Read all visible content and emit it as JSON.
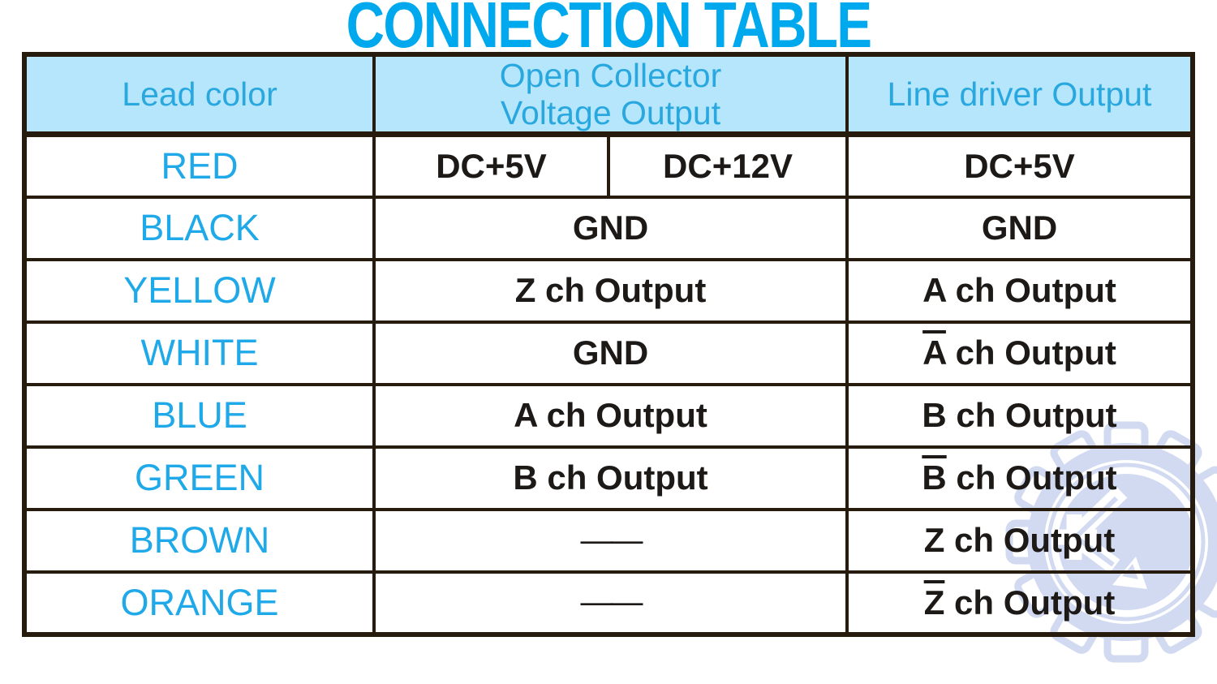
{
  "title": "CONNECTION TABLE",
  "colors": {
    "title_cyan": "#00a9ee",
    "header_text_cyan": "#29a8e0",
    "header_bg": "#b6e6fb",
    "lead_text_cyan": "#1fa9e8",
    "data_text": "#1c1916",
    "border_dark": "#261b0d",
    "watermark_blue": "#c7d1ef"
  },
  "watermark": {
    "icon": "gear-k-logo"
  },
  "table": {
    "headers": {
      "lead": "Lead color",
      "open_collector_line1": "Open Collector",
      "open_collector_line2": "Voltage Output",
      "line_driver": "Line driver Output"
    },
    "rows": [
      {
        "lead": "RED",
        "oc_5v": "DC+5V",
        "oc_12v": "DC+12V",
        "line": "DC+5V"
      },
      {
        "lead": "BLACK",
        "oc": "GND",
        "line": "GND"
      },
      {
        "lead": "YELLOW",
        "oc": "Z ch Output",
        "line": "A ch Output"
      },
      {
        "lead": "WHITE",
        "oc": "GND",
        "line_negated": "A",
        "line_rest": " ch Output"
      },
      {
        "lead": "BLUE",
        "oc": "A ch Output",
        "line": "B ch Output"
      },
      {
        "lead": "GREEN",
        "oc": "B ch Output",
        "line_negated": "B",
        "line_rest": " ch Output"
      },
      {
        "lead": "BROWN",
        "oc": "——",
        "line": "Z ch Output"
      },
      {
        "lead": "ORANGE",
        "oc": "——",
        "line_negated": "Z",
        "line_rest": " ch Output"
      }
    ]
  }
}
